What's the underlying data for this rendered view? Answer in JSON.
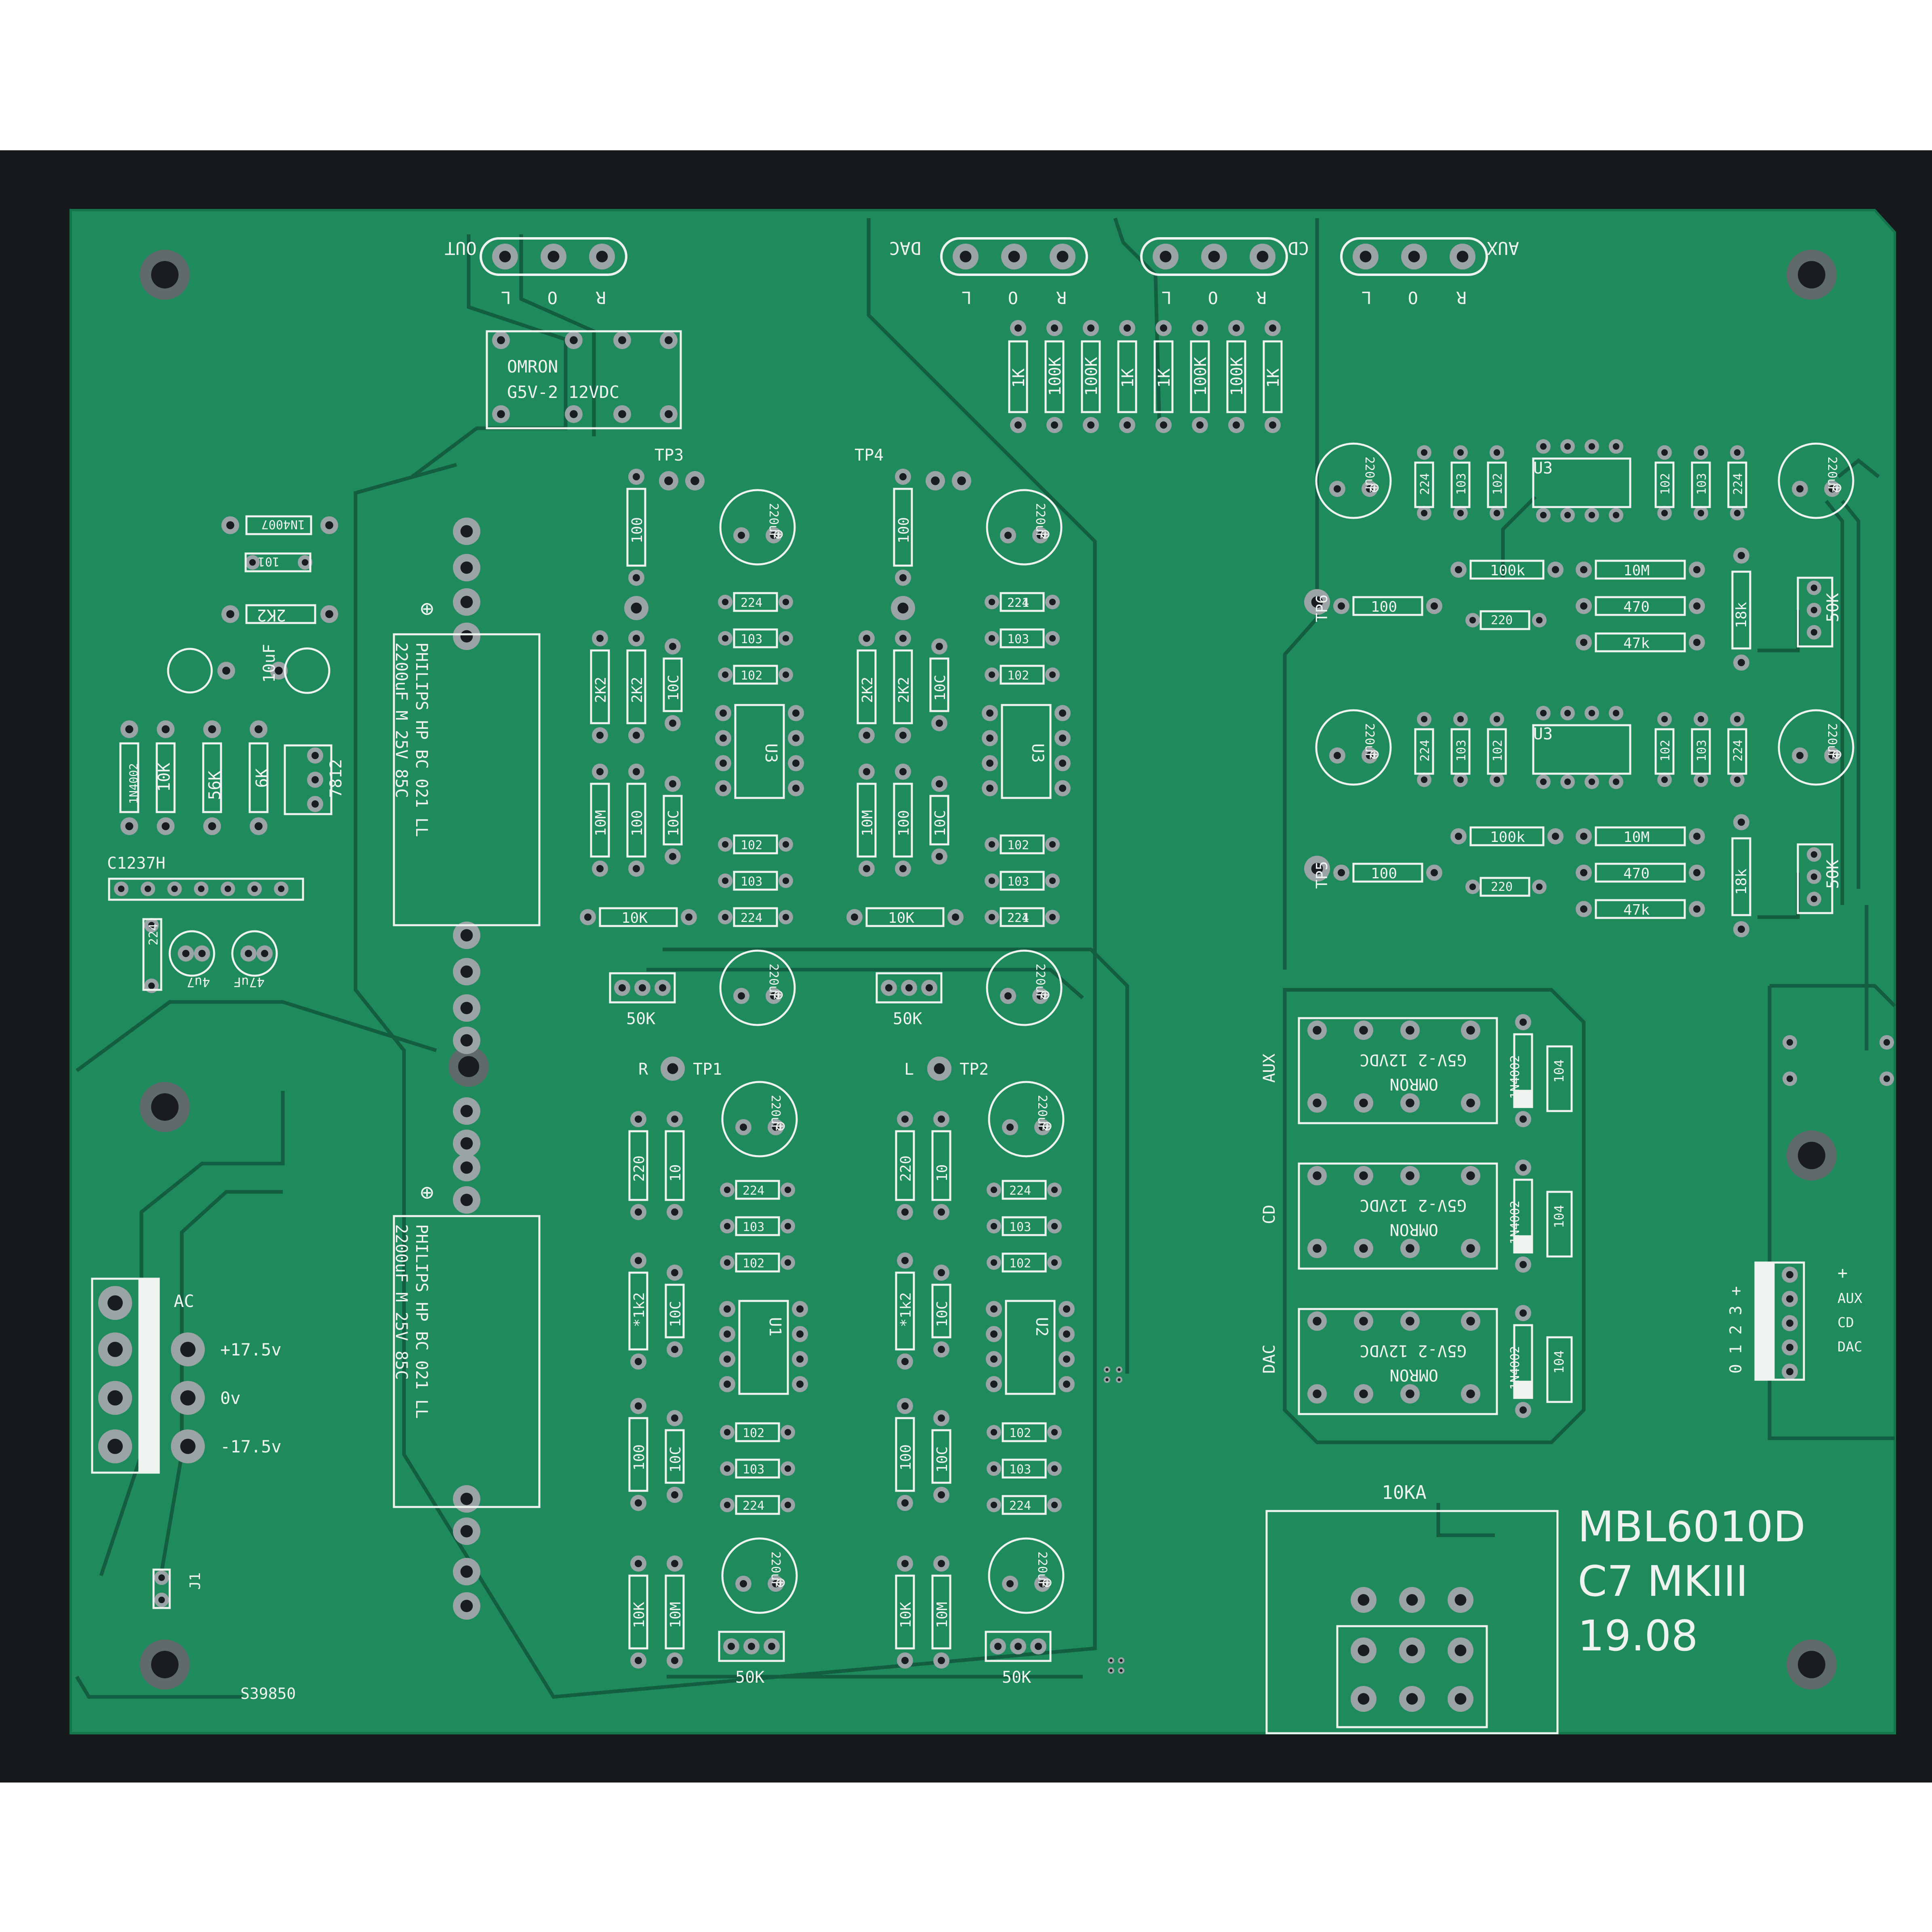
{
  "colors": {
    "background": "#ffffff",
    "frame": "#15191b",
    "board": "#1f8a5c",
    "board_edge": "#16744c",
    "trace": "#135e40",
    "silk": "#eef3ef",
    "pad": "#9aa3a6",
    "hole": "#1a1d1f"
  },
  "title_block": {
    "line1": "MBL6010D",
    "line2": "C7 MKIII",
    "line3": "19.08",
    "serial": "S39850"
  },
  "jacks": {
    "out": "OUT",
    "dac": "DAC",
    "cd": "CD",
    "aux": "AUX",
    "pin_r": "R",
    "pin_o": "O",
    "pin_l": "L"
  },
  "relay_top": {
    "line1": "OMRON",
    "line2": "G5V-2 12VDC"
  },
  "relays_right": [
    {
      "source": "AUX",
      "line1": "OMRON",
      "line2": "G5V-2 12VDC",
      "diode": "1N4002",
      "cap": "104"
    },
    {
      "source": "CD",
      "line1": "OMRON",
      "line2": "G5V-2 12VDC",
      "diode": "1N4002",
      "cap": "104"
    },
    {
      "source": "DAC",
      "line1": "OMRON",
      "line2": "G5V-2 12VDC",
      "diode": "1N4002",
      "cap": "104"
    }
  ],
  "input_resistors": [
    "1K",
    "100K",
    "100K",
    "1K",
    "1K",
    "100K",
    "100K",
    "1K"
  ],
  "big_caps": [
    {
      "line1": "PHILIPS HP BC 021 LL",
      "line2": "2200uF M 25V 85C"
    },
    {
      "line1": "PHILIPS HP BC 021 LL",
      "line2": "2200uF M 25V 85C"
    }
  ],
  "power_section": {
    "diode": "1N4007",
    "r101": "101",
    "r2k2": "2K2",
    "cap_10uf": "10uF",
    "d_1n4002": "1N4002",
    "r10k": "10K",
    "r56k": "56K",
    "r6k": "6K",
    "regulator": "7812",
    "connector": "C1237H",
    "c224": "224",
    "c4u7": "4u7",
    "c47uf": "47uF"
  },
  "ac_block": {
    "title": "AC",
    "pos": "+17.5v",
    "zero": "0v",
    "neg": "-17.5v",
    "j1": "J1"
  },
  "amp_top": {
    "tp3": "TP3",
    "tp4": "TP4",
    "r100": "100",
    "r2k2": "2K2",
    "c100": "10C",
    "r10m": "10M",
    "r10k": "10K",
    "chip": "U3",
    "c224": "224",
    "c221": "221",
    "c103": "103",
    "c102": "102",
    "cap": "220uF",
    "pot": "50K"
  },
  "amp_bottom": {
    "tp1": "TP1",
    "tp2": "TP2",
    "r": "R",
    "l": "L",
    "r220": "220",
    "r10": "10",
    "r1k2": "*1k2",
    "c10c": "10C",
    "u1": "U1",
    "u2": "U2",
    "r100": "100",
    "r10k": "10K",
    "r10m": "10M",
    "pot": "50K"
  },
  "right_stage": {
    "cap": "220uF",
    "c224": "224",
    "c103": "103",
    "c102": "102",
    "chip": "U3",
    "tp6": "TP6",
    "tp5": "TP5",
    "r100": "100",
    "r100k": "100k",
    "r10m": "10M",
    "r470": "470",
    "r47k": "47k",
    "c220": "220",
    "r18k": "18k",
    "pot": "50K"
  },
  "selector": {
    "pot": "10KA",
    "positions": "0 1 2 3 +",
    "plus": "+",
    "aux": "AUX",
    "cd": "CD",
    "dac": "DAC"
  }
}
